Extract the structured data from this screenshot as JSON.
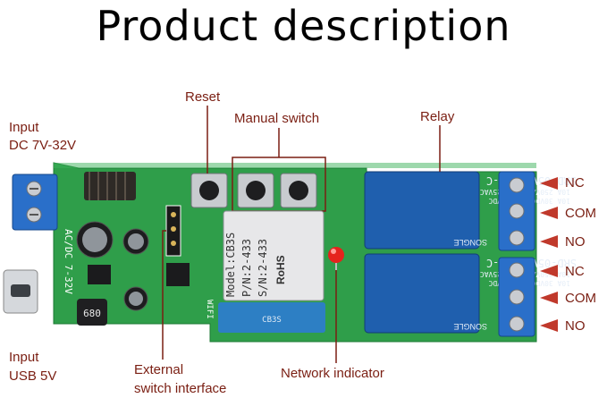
{
  "title": "Product description",
  "labels": {
    "input_dc_line1": "Input",
    "input_dc_line2": "DC 7V-32V",
    "input_usb_line1": "Input",
    "input_usb_line2": "USB 5V",
    "reset": "Reset",
    "manual_switch": "Manual switch",
    "relay": "Relay",
    "external_line1": "External",
    "external_line2": "switch interface",
    "network_indicator": "Network indicator"
  },
  "relay_terminals": {
    "top": [
      "NC",
      "COM",
      "NO"
    ],
    "bottom": [
      "NC",
      "COM",
      "NO"
    ]
  },
  "board_silkscreen": {
    "power_label": "AC/DC 7-32V",
    "wifi": "WIFI",
    "inductor": "680",
    "module_model": "Model:CB3S",
    "module_pn": "P/N:2-433",
    "module_sn": "S/N:2-433",
    "module_rohs": "RoHS",
    "module_name": "CB3S",
    "relay_model": "SRD-05VDC-SL-C",
    "relay_spec1": "10A 250VAC  10A 125VAC",
    "relay_spec2": "10A 30VDC  10A 28VDC",
    "relay_brand": "SONGLE"
  },
  "colors": {
    "label": "#7a1e12",
    "arrow": "#c0392b",
    "pcb": "#2f9e4a",
    "pcb_dark": "#23803a",
    "relay": "#1f5fae",
    "terminal": "#2a6fc9"
  }
}
